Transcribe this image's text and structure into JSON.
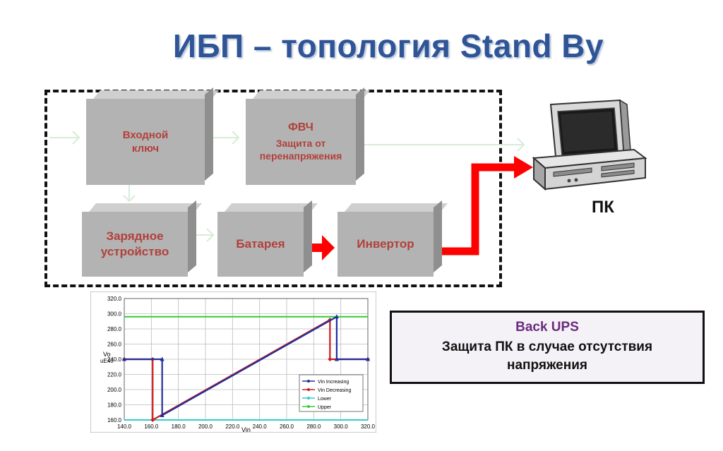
{
  "title": "ИБП – топология Stand By",
  "blocks": {
    "input_switch": "Входной ключ",
    "filter_title": "ФВЧ",
    "filter_sub": "Защита от перенапряжения",
    "charger": "Зарядное устройство",
    "battery": "Батарея",
    "inverter": "Инвертор"
  },
  "pc_label": "ПК",
  "note": {
    "title": "Back UPS",
    "text": "Защита ПК в случае отсутствия напряжения"
  },
  "colors": {
    "title": "#2f5597",
    "block_text": "#b2403a",
    "power_arrow": "#ff0000",
    "note_title": "#6b2b7d"
  },
  "chart_data": {
    "type": "line",
    "xlabel": "Vin",
    "ylabel": "Vo",
    "ylabel2": "uE40",
    "xlim": [
      140,
      320
    ],
    "ylim": [
      160,
      320
    ],
    "xticks": [
      "140.0",
      "160.0",
      "180.0",
      "200.0",
      "220.0",
      "240.0",
      "260.0",
      "280.0",
      "300.0",
      "320.0"
    ],
    "yticks": [
      "160.0",
      "180.0",
      "200.0",
      "220.0",
      "240.0",
      "260.0",
      "280.0",
      "300.0",
      "320.0"
    ],
    "grid": true,
    "legend_position": "bottom-right",
    "series": [
      {
        "name": "Vin Increasing",
        "color": "#1f2f9c",
        "marker": "triangle",
        "x": [
          140,
          168,
          168,
          297,
          297,
          320
        ],
        "y": [
          240,
          240,
          166,
          296,
          240,
          240
        ]
      },
      {
        "name": "Vin Decreasing",
        "color": "#cc1a1a",
        "marker": "diamond",
        "x": [
          140,
          161,
          161,
          292,
          292,
          320
        ],
        "y": [
          240,
          240,
          160,
          292,
          240,
          240
        ]
      },
      {
        "name": "Lower",
        "color": "#33cccc",
        "marker": "x",
        "x": [
          140,
          320
        ],
        "y": [
          160,
          160
        ]
      },
      {
        "name": "Upper",
        "color": "#33cc33",
        "marker": "triangle",
        "x": [
          140,
          320
        ],
        "y": [
          296,
          296
        ]
      }
    ]
  }
}
